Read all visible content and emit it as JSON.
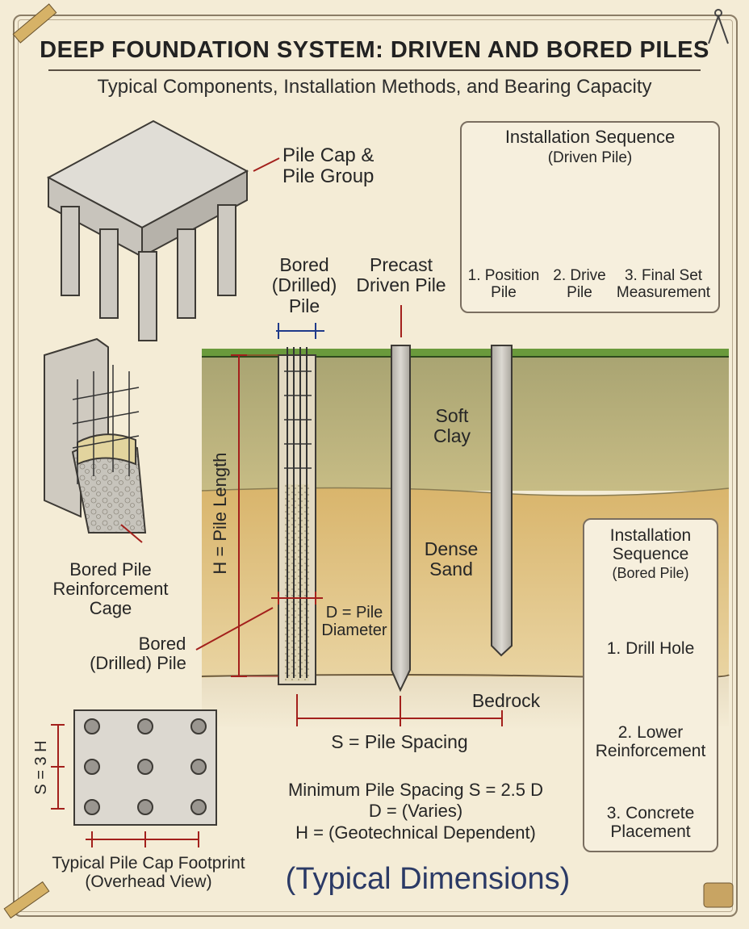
{
  "title": "DEEP FOUNDATION SYSTEM: DRIVEN AND BORED PILES",
  "subtitle": "Typical Components, Installation Methods, and Bearing Capacity",
  "pile_cap": {
    "line1": "Pile Cap &",
    "line2": "Pile Group"
  },
  "bored_pile_top": {
    "line1": "Bored",
    "line2": "(Drilled)",
    "line3": "Pile"
  },
  "precast_pile": {
    "line1": "Precast",
    "line2": "Driven Pile"
  },
  "driven_sequence": {
    "title": "Installation Sequence",
    "subtitle": "(Driven Pile)",
    "steps": [
      {
        "line1": "1. Position",
        "line2": "Pile"
      },
      {
        "line1": "2. Drive",
        "line2": "Pile"
      },
      {
        "line1": "3. Final Set",
        "line2": "Measurement"
      }
    ]
  },
  "reinforcement_cage": {
    "line1": "Bored Pile",
    "line2": "Reinforcement",
    "line3": "Cage"
  },
  "soils": {
    "soft_clay_1": "Soft",
    "soft_clay_2": "Clay",
    "dense_sand_1": "Dense",
    "dense_sand_2": "Sand",
    "bedrock": "Bedrock"
  },
  "pile_length": "H = Pile Length",
  "pile_diameter": {
    "line1": "D = Pile",
    "line2": "Diameter"
  },
  "bored_pile_side": {
    "line1": "Bored",
    "line2": "(Drilled) Pile"
  },
  "pile_spacing": "S = Pile Spacing",
  "bored_sequence": {
    "title_1": "Installation",
    "title_2": "Sequence",
    "subtitle": "(Bored Pile)",
    "steps": [
      {
        "line1": "1. Drill Hole",
        "line2": ""
      },
      {
        "line1": "2. Lower",
        "line2": "Reinforcement"
      },
      {
        "line1": "3. Concrete",
        "line2": "Placement"
      }
    ]
  },
  "footprint": {
    "side_label": "S = 3 H",
    "caption1": "Typical Pile Cap Footprint",
    "caption2": "(Overhead View)"
  },
  "notes": {
    "line1": "Minimum Pile Spacing S = 2.5 D",
    "line2": "D = (Varies)",
    "line3": "H = (Geotechnical Dependent)"
  },
  "typical_dimensions": "(Typical Dimensions)",
  "colors": {
    "background": "#f4ecd6",
    "dimension_red": "#a3201c",
    "dimension_blue": "#1f3a8a",
    "clay": "#b9b07f",
    "sand": "#d8b670",
    "concrete": "#c9c6bf"
  }
}
